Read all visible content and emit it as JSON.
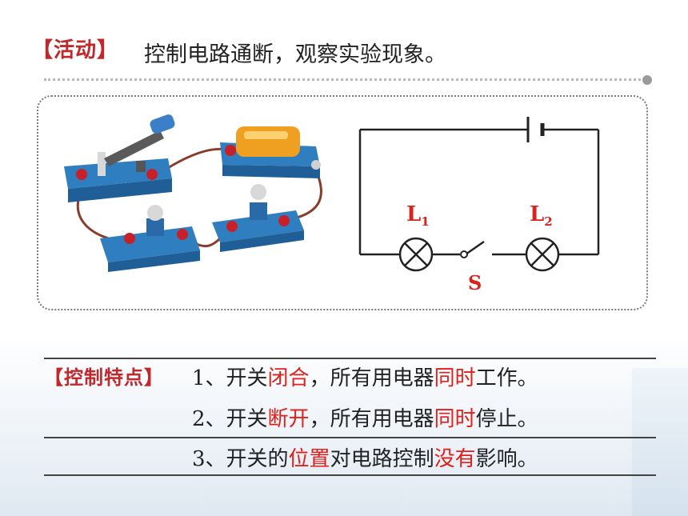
{
  "activity": {
    "tag": "【活动】",
    "text": "控制电路通断，观察实验现象。"
  },
  "circuit_labels": {
    "lamp1": "L",
    "lamp1_sub": "1",
    "lamp2": "L",
    "lamp2_sub": "2",
    "switch": "S"
  },
  "features": {
    "tag": "【控制特点】",
    "items": [
      {
        "p1": "1、开关",
        "r1": "闭合",
        "p2": "，所有用电器",
        "r2": "同时",
        "p3": "工作。"
      },
      {
        "p1": "2、开关",
        "r1": "断开",
        "p2": "，所有用电器",
        "r2": "同时",
        "p3": "停止。"
      },
      {
        "p1": "3、开关的",
        "r1": "位置",
        "p2": "对电路控制",
        "r2": "没有",
        "p3": "影响。"
      }
    ]
  },
  "colors": {
    "tag_red": "#c0282b",
    "highlight_red": "#e0201a",
    "base_blue": "#2f7fc0",
    "terminal_red": "#c8202a"
  }
}
